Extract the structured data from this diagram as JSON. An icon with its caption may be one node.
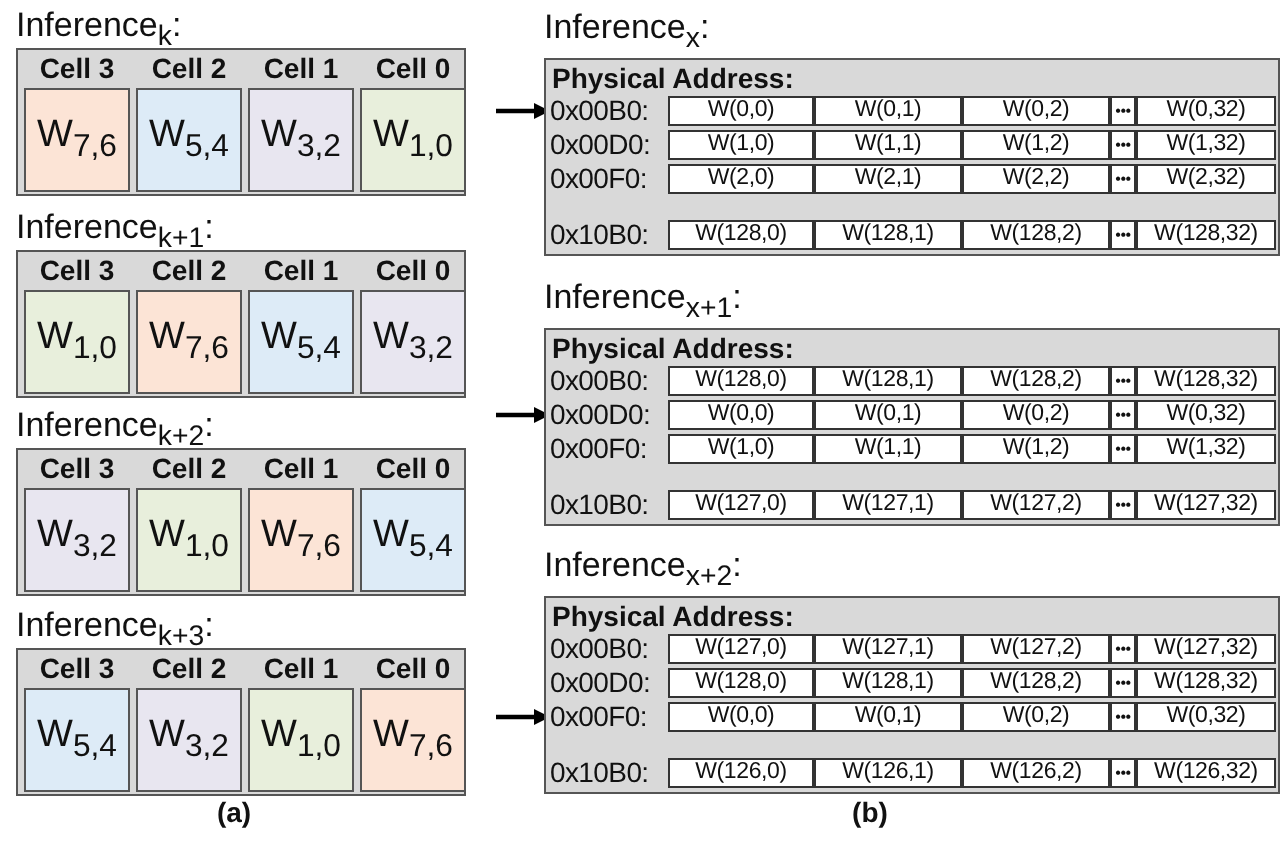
{
  "diagram": {
    "nodes": [
      {
        "text": [
          "Inference$_{k}$:"
        ]
      },
      {
        "text": [
          "Cell 3",
          "W$_{7,6}$"
        ],
        "in": 0
      },
      {
        "text": [
          "Cell 2",
          "W$_{5,4}$"
        ],
        "in": 0
      },
      {
        "text": [
          "Cell 1",
          "W$_{3,2}$"
        ],
        "in": 0
      },
      {
        "text": [
          "Cell 0",
          "W$_{1,0}$"
        ],
        "in": 0
      },
      {
        "text": [
          "Inference$_{k+1}$:"
        ]
      },
      {
        "text": [
          "Cell 3",
          "W$_{1,0}$"
        ],
        "in": 5
      },
      {
        "text": [
          "Cell 2",
          "W$_{7,6}$"
        ],
        "in": 5
      },
      {
        "text": [
          "Cell 1",
          "W$_{5,4}$"
        ],
        "in": 5
      },
      {
        "text": [
          "Cell 0",
          "W$_{3,2}$"
        ],
        "in": 5
      },
      {
        "text": [
          "Inference$_{k+2}$:"
        ]
      },
      {
        "text": [
          "Cell 3",
          "W$_{3,2}$"
        ],
        "in": 10
      },
      {
        "text": [
          "Cell 2",
          "W$_{1,0}$"
        ],
        "in": 10
      },
      {
        "text": [
          "Cell 1",
          "W$_{7,6}$"
        ],
        "in": 10
      },
      {
        "text": [
          "Cell 0",
          "W$_{5,4}$"
        ],
        "in": 10
      },
      {
        "text": [
          "Inference$_{k+3}$:"
        ]
      },
      {
        "text": [
          "Cell 3",
          "W$_{5,4}$"
        ],
        "in": 15
      },
      {
        "text": [
          "Cell 2",
          "W$_{3,2}$"
        ],
        "in": 15
      },
      {
        "text": [
          "Cell 1",
          "W$_{1,0}$"
        ],
        "in": 15
      },
      {
        "text": [
          "Cell 0",
          "W$_{7,6}$"
        ],
        "in": 15
      },
      {
        "text": [
          "Inference$_{x}$:",
          "Physical Address:"
        ]
      },
      {
        "text": [
          "0x00B0:"
        ],
        "in": 20
      },
      {
        "text": [
          "W(0,0)"
        ],
        "in": 20
      },
      {
        "text": [
          "W(0,1)"
        ],
        "in": 20
      },
      {
        "text": [
          "W(0,2)"
        ],
        "in": 20
      },
      {
        "text": [
          "•••"
        ],
        "in": 20
      },
      {
        "text": [
          "W(0,32)"
        ],
        "in": 20
      },
      {
        "text": [
          "0x00D0:"
        ],
        "in": 20
      },
      {
        "text": [
          "W(1,0)"
        ],
        "in": 20
      },
      {
        "text": [
          "W(1,1)"
        ],
        "in": 20
      },
      {
        "text": [
          "W(1,2)"
        ],
        "in": 20
      },
      {
        "text": [
          "•••"
        ],
        "in": 20
      },
      {
        "text": [
          "W(1,32)"
        ],
        "in": 20
      },
      {
        "text": [
          "0x00F0:"
        ],
        "in": 20
      },
      {
        "text": [
          "W(2,0)"
        ],
        "in": 20
      },
      {
        "text": [
          "W(2,1)"
        ],
        "in": 20
      },
      {
        "text": [
          "W(2,2)"
        ],
        "in": 20
      },
      {
        "text": [
          "•••"
        ],
        "in": 20
      },
      {
        "text": [
          "W(2,32)"
        ],
        "in": 20
      },
      {
        "text": [
          "0x10B0:"
        ],
        "in": 20
      },
      {
        "text": [
          "W(128,0)"
        ],
        "in": 20
      },
      {
        "text": [
          "W(128,1)"
        ],
        "in": 20
      },
      {
        "text": [
          "W(128,2)"
        ],
        "in": 20
      },
      {
        "text": [
          "•••"
        ],
        "in": 20
      },
      {
        "text": [
          "W(128,32)"
        ],
        "in": 20
      },
      {
        "text": [
          "Inference$_{x+1}$:",
          "Physical Address:"
        ]
      },
      {
        "text": [
          "0x00B0:"
        ],
        "in": 45
      },
      {
        "text": [
          "W(128,0)"
        ],
        "in": 45
      },
      {
        "text": [
          "W(128,1)"
        ],
        "in": 45
      },
      {
        "text": [
          "W(128,2)"
        ],
        "in": 45
      },
      {
        "text": [
          "•••"
        ],
        "in": 45
      },
      {
        "text": [
          "W(128,32)"
        ],
        "in": 45
      },
      {
        "text": [
          "0x00D0:"
        ],
        "in": 45
      },
      {
        "text": [
          "W(0,0)"
        ],
        "in": 45
      },
      {
        "text": [
          "W(0,1)"
        ],
        "in": 45
      },
      {
        "text": [
          "W(0,2)"
        ],
        "in": 45
      },
      {
        "text": [
          "•••"
        ],
        "in": 45
      },
      {
        "text": [
          "W(0,32)"
        ],
        "in": 45
      },
      {
        "text": [
          "0x00F0:"
        ],
        "in": 45
      },
      {
        "text": [
          "W(1,0)"
        ],
        "in": 45
      },
      {
        "text": [
          "W(1,1)"
        ],
        "in": 45
      },
      {
        "text": [
          "W(1,2)"
        ],
        "in": 45
      },
      {
        "text": [
          "•••"
        ],
        "in": 45
      },
      {
        "text": [
          "W(1,32)"
        ],
        "in": 45
      },
      {
        "text": [
          "0x10B0:"
        ],
        "in": 45
      },
      {
        "text": [
          "W(127,0)"
        ],
        "in": 45
      },
      {
        "text": [
          "W(127,1)"
        ],
        "in": 45
      },
      {
        "text": [
          "W(127,2)"
        ],
        "in": 45
      },
      {
        "text": [
          "•••"
        ],
        "in": 45
      },
      {
        "text": [
          "W(127,32)"
        ],
        "in": 45
      },
      {
        "text": [
          "Inference$_{x+2}$:",
          "Physical Address:"
        ]
      },
      {
        "text": [
          "0x00B0:"
        ],
        "in": 70
      },
      {
        "text": [
          "W(127,0)"
        ],
        "in": 70
      },
      {
        "text": [
          "W(127,1)"
        ],
        "in": 70
      },
      {
        "text": [
          "W(127,2)"
        ],
        "in": 70
      },
      {
        "text": [
          "•••"
        ],
        "in": 70
      },
      {
        "text": [
          "W(127,32)"
        ],
        "in": 70
      },
      {
        "text": [
          "0x00D0:"
        ],
        "in": 70
      },
      {
        "text": [
          "W(128,0)"
        ],
        "in": 70
      },
      {
        "text": [
          "W(128,1)"
        ],
        "in": 70
      },
      {
        "text": [
          "W(128,2)"
        ],
        "in": 70
      },
      {
        "text": [
          "•••"
        ],
        "in": 70
      },
      {
        "text": [
          "W(128,32)"
        ],
        "in": 70
      },
      {
        "text": [
          "0x00F0:"
        ],
        "in": 70
      },
      {
        "text": [
          "W(0,0)"
        ],
        "in": 70
      },
      {
        "text": [
          "W(0,1)"
        ],
        "in": 70
      },
      {
        "text": [
          "W(0,2)"
        ],
        "in": 70
      },
      {
        "text": [
          "•••"
        ],
        "in": 70
      },
      {
        "text": [
          "W(0,32)"
        ],
        "in": 70
      },
      {
        "text": [
          "0x10B0:"
        ],
        "in": 70
      },
      {
        "text": [
          "W(126,0)"
        ],
        "in": 70
      },
      {
        "text": [
          "W(126,1)"
        ],
        "in": 70
      },
      {
        "text": [
          "W(126,2)"
        ],
        "in": 70
      },
      {
        "text": [
          "•••"
        ],
        "in": 70
      },
      {
        "text": [
          "W(126,32)"
        ],
        "in": 70
      }
    ],
    "edges": [
      {
        "from": null,
        "to": 21,
        "arrow": "to"
      },
      {
        "from": null,
        "to": 52,
        "arrow": "to"
      },
      {
        "from": null,
        "to": 83,
        "arrow": "to"
      }
    ],
    "labels": [
      "(a)",
      "(b)"
    ]
  }
}
